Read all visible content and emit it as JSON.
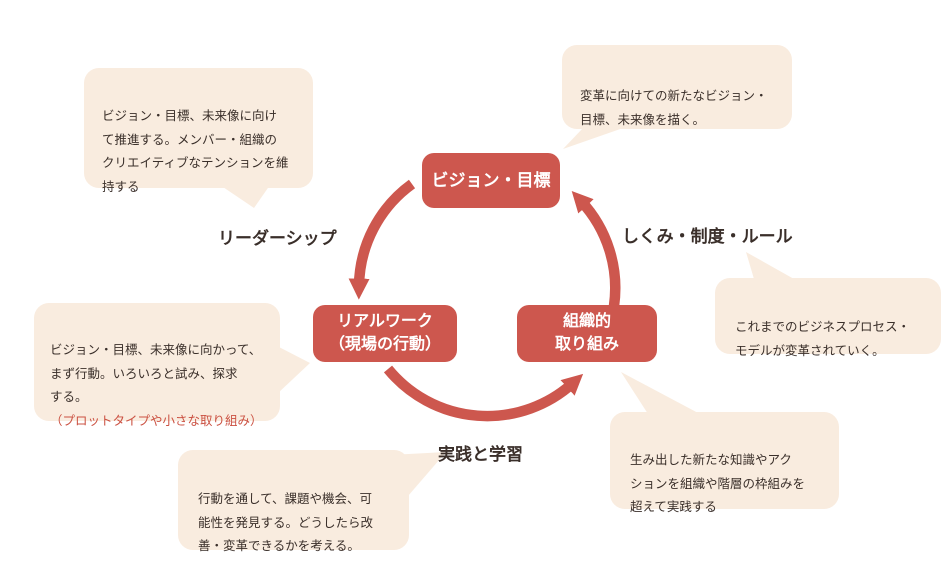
{
  "colors": {
    "accent_red": "#cd574e",
    "bubble_bg": "#f9ecdf",
    "text_dark": "#3a2f2a",
    "note_red": "#cb5142",
    "node_text": "#ffffff",
    "background": "#ffffff"
  },
  "diagram": {
    "nodes": {
      "vision": {
        "label": "ビジョン・目標"
      },
      "real_work": {
        "label": "リアルワーク\n（現場の行動）"
      },
      "organization": {
        "label": "組織的\n取り組み"
      }
    },
    "edge_labels": {
      "leadership": "リーダーシップ",
      "systems": "しくみ・制度・ルール",
      "practice": "実践と学習"
    },
    "bubbles": {
      "top_left": {
        "text": "ビジョン・目標、未来像に向け\nて推進する。メンバー・組織の\nクリエイティブなテンションを維\n持する"
      },
      "top_right": {
        "text": "変革に向けての新たなビジョン・\n目標、未来像を描く。"
      },
      "mid_left": {
        "text": "ビジョン・目標、未来像に向かって、\nまず行動。いろいろと試み、探求\nする。",
        "note": "（プロットタイプや小さな取り組み）"
      },
      "mid_right": {
        "text": "これまでのビジネスプロセス・\nモデルが変革されていく。"
      },
      "bottom_right": {
        "text": "生み出した新たな知識やアク\nションを組織や階層の枠組みを\n超えて実践する"
      },
      "bottom_center": {
        "text": "行動を通して、課題や機会、可\n能性を発見する。どうしたら改\n善・変革できるかを考える。"
      }
    }
  }
}
